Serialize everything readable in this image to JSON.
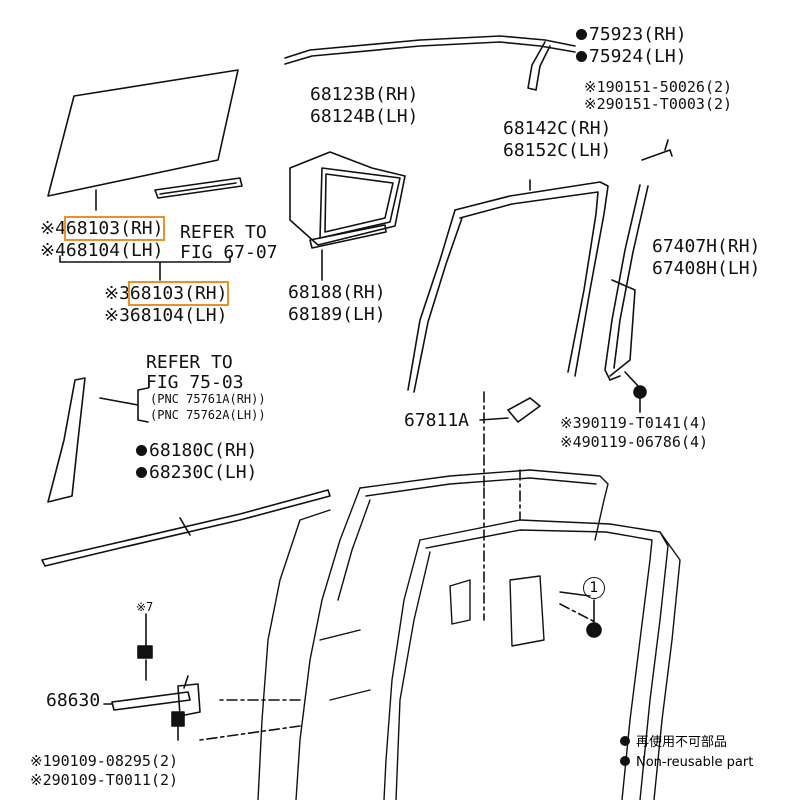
{
  "labels": {
    "p75923": "75923(RH)",
    "p75924": "75924(LH)",
    "b90151a": "90151-50026(2)",
    "b90151b": "90151-T0003(2)",
    "p68123b": "68123B(RH)",
    "p68124b": "68124B(LH)",
    "p68142c": "68142C(RH)",
    "p68152c": "68152C(LH)",
    "p68103a": "68103(RH)",
    "p68104a": "68104(LH)",
    "refer1a": "REFER TO",
    "refer1b": "FIG 67-07",
    "p68103b": "68103(RH)",
    "p68104b": "68104(LH)",
    "p68188": "68188(RH)",
    "p68189": "68189(LH)",
    "p67407h": "67407H(RH)",
    "p67408h": "67408H(LH)",
    "refer2a": "REFER TO",
    "refer2b": "FIG 75-03",
    "pnc1": "(PNC 75761A(RH))",
    "pnc2": "(PNC 75762A(LH))",
    "p67811a": "67811A",
    "b90119a": "90119-T0141(4)",
    "b90119b": "90119-06786(4)",
    "p68180c": "68180C(RH)",
    "p68230c": "68230C(LH)",
    "p68630": "68630",
    "b90109a": "90109-08295(2)",
    "b90109b": "90109-T0011(2)",
    "callout_num": "1"
  },
  "marks": {
    "m1": "※1",
    "m2": "※2",
    "m3": "※3",
    "m4": "※4",
    "m7": "※7"
  },
  "legend": {
    "jp": "再使用不可部品",
    "en": "Non-reusable part"
  },
  "colors": {
    "highlight": "#e8902a",
    "ink": "#111111"
  }
}
